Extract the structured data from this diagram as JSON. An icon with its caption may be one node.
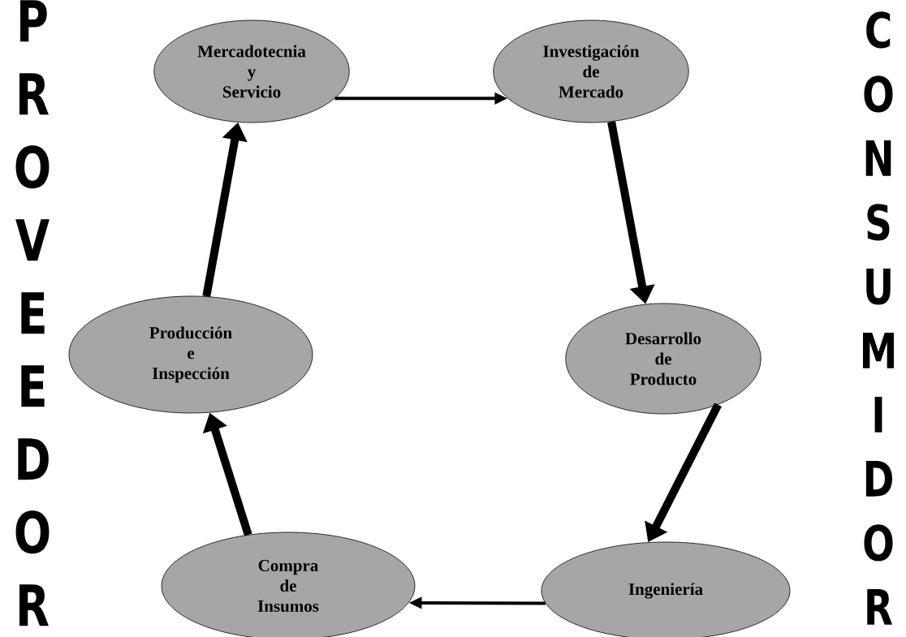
{
  "diagram": {
    "nodes": [
      {
        "text": [
          "Mercadotecnia y Servicio"
        ]
      },
      {
        "text": [
          "Investigación de Mercado"
        ]
      },
      {
        "text": [
          "Producción e Inspección"
        ]
      },
      {
        "text": [
          "Desarrollo de Producto"
        ]
      },
      {
        "text": [
          "Compra de Insumos"
        ]
      },
      {
        "text": [
          "Ingeniería"
        ]
      }
    ],
    "edges": [
      {
        "from": 0,
        "to": 1,
        "arrow": "to"
      },
      {
        "from": 1,
        "to": 3,
        "arrow": "to"
      },
      {
        "from": 3,
        "to": 5,
        "arrow": "to"
      },
      {
        "from": 5,
        "to": 4,
        "arrow": "to"
      },
      {
        "from": 4,
        "to": 2,
        "arrow": "to"
      },
      {
        "from": 2,
        "to": 0,
        "arrow": "to"
      }
    ],
    "labels": [
      "PROVEEDOR",
      "CONSUMIDOR"
    ]
  }
}
